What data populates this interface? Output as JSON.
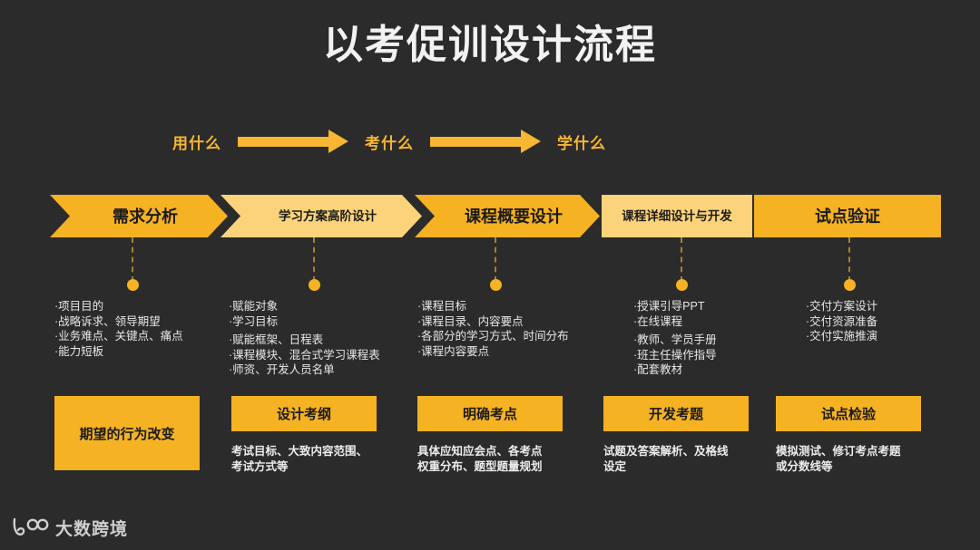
{
  "slide": {
    "title": "以考促训设计流程",
    "background_color": "#2b2b2b",
    "accent_color": "#f5b223",
    "accent_light_color": "#fbd37a",
    "text_color": "#e8e8e8"
  },
  "phases": {
    "items": [
      {
        "label": "用什么"
      },
      {
        "label": "考什么"
      },
      {
        "label": "学什么"
      }
    ],
    "arrow_icon": "right-arrow-icon"
  },
  "steps": [
    {
      "title": "需求分析",
      "banner_shape": "chevron",
      "banner_color": "#f5b223",
      "title_size": "large",
      "bullets": [
        {
          "text": "·项目目的",
          "gap": false
        },
        {
          "text": "·战略诉求、领导期望",
          "gap": false
        },
        {
          "text": "·业务难点、关键点、痛点",
          "gap": false
        },
        {
          "text": "·能力短板",
          "gap": false
        }
      ],
      "outcome": {
        "label": "期望的行为改变",
        "caption": []
      }
    },
    {
      "title": "学习方案高阶设计",
      "banner_shape": "chevron",
      "banner_color": "#fbd37a",
      "title_size": "small",
      "bullets": [
        {
          "text": "·赋能对象",
          "gap": false
        },
        {
          "text": "·学习目标",
          "gap": false
        },
        {
          "text": "·赋能框架、日程表",
          "gap": true
        },
        {
          "text": "·课程模块、混合式学习课程表",
          "gap": false
        },
        {
          "text": "·师资、开发人员名单",
          "gap": false
        }
      ],
      "outcome": {
        "label": "设计考纲",
        "caption": [
          "考试目标、大致内容范围、",
          "考试方式等"
        ]
      }
    },
    {
      "title": "课程概要设计",
      "banner_shape": "chevron",
      "banner_color": "#f5b223",
      "title_size": "large",
      "bullets": [
        {
          "text": "·课程目标",
          "gap": false
        },
        {
          "text": "·课程目录、内容要点",
          "gap": false
        },
        {
          "text": "·各部分的学习方式、时间分布",
          "gap": false
        },
        {
          "text": "·课程内容要点",
          "gap": false
        }
      ],
      "outcome": {
        "label": "明确考点",
        "caption": [
          "具体应知应会点、各考点",
          "权重分布、题型题量规划"
        ]
      }
    },
    {
      "title": "课程详细设计与开发",
      "banner_shape": "rect",
      "banner_color": "#fbd37a",
      "title_size": "small",
      "bullets": [
        {
          "text": "·授课引导PPT",
          "gap": false
        },
        {
          "text": "·在线课程",
          "gap": false
        },
        {
          "text": "·教师、学员手册",
          "gap": true
        },
        {
          "text": "·班主任操作指导",
          "gap": false
        },
        {
          "text": "·配套教材",
          "gap": false
        }
      ],
      "outcome": {
        "label": "开发考题",
        "caption": [
          "试题及答案解析、及格线",
          "设定"
        ]
      }
    },
    {
      "title": "试点验证",
      "banner_shape": "rect",
      "banner_color": "#f5b223",
      "title_size": "large",
      "bullets": [
        {
          "text": "·交付方案设计",
          "gap": false
        },
        {
          "text": "·交付资源准备",
          "gap": false
        },
        {
          "text": "·交付实施推演",
          "gap": false
        }
      ],
      "outcome": {
        "label": "试点检验",
        "caption": [
          "模拟测试、修订考点考题",
          "或分数线等"
        ]
      }
    }
  ],
  "footer": {
    "logo_text": "大数跨境",
    "logo_mark": "brand-logo-icon"
  }
}
